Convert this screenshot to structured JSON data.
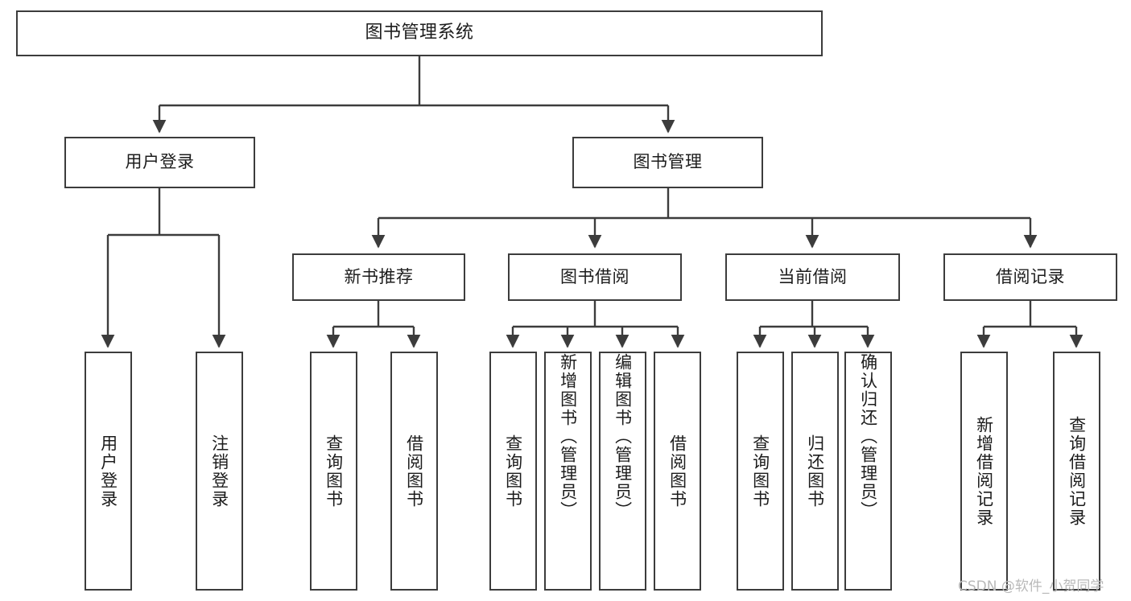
{
  "diagram": {
    "title": "图书管理系统",
    "type": "tree-diagram",
    "root": {
      "label": "图书管理系统"
    },
    "level2": [
      {
        "label": "用户登录"
      },
      {
        "label": "图书管理"
      }
    ],
    "level3": [
      {
        "label": "新书推荐"
      },
      {
        "label": "图书借阅"
      },
      {
        "label": "当前借阅"
      },
      {
        "label": "借阅记录"
      }
    ],
    "leaves": {
      "user_login": [
        {
          "label": "用户登录"
        },
        {
          "label": "注销登录"
        }
      ],
      "new_book": [
        {
          "label": "查询图书"
        },
        {
          "label": "借阅图书"
        }
      ],
      "book_borrow": [
        {
          "label": "查询图书"
        },
        {
          "label": "新增图书（管理员）"
        },
        {
          "label": "编辑图书（管理员）"
        },
        {
          "label": "借阅图书"
        }
      ],
      "current_borrow": [
        {
          "label": "查询图书"
        },
        {
          "label": "归还图书"
        },
        {
          "label": "确认归还（管理员）"
        }
      ],
      "borrow_record": [
        {
          "label": "新增借阅记录"
        },
        {
          "label": "查询借阅记录"
        }
      ]
    }
  },
  "watermark": {
    "text": "CSDN @软件_小贺同学"
  },
  "colors": {
    "border": "#3c3c3c",
    "text": "#1c1c1c",
    "background": "#ffffff",
    "watermark": "#b9b9b9"
  }
}
